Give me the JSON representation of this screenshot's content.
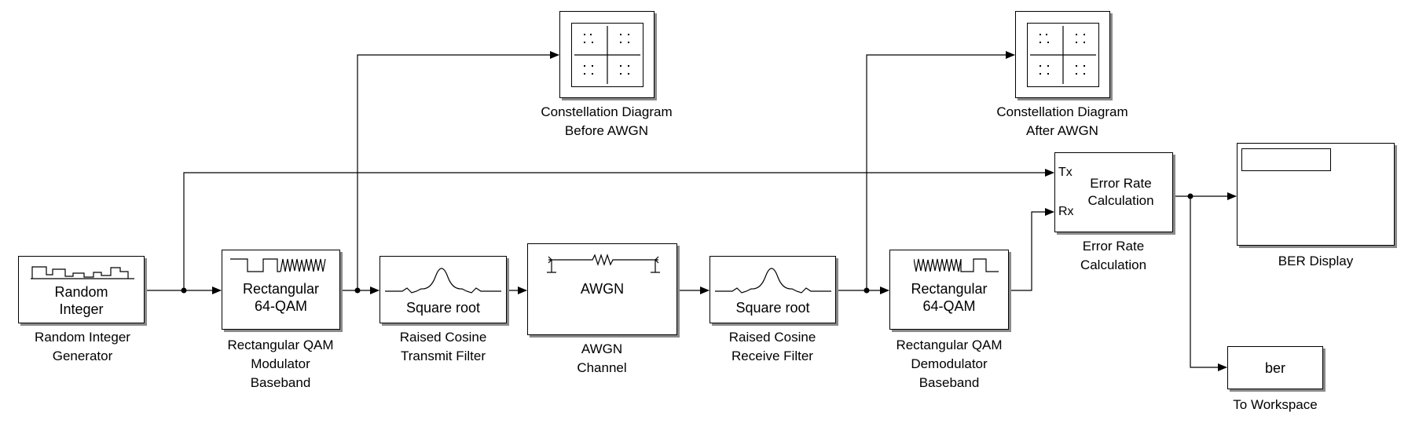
{
  "blocks": {
    "random_integer": {
      "label": "Random\nInteger",
      "caption": "Random Integer\nGenerator"
    },
    "qam_mod": {
      "label": "Rectangular\n64-QAM",
      "caption": "Rectangular QAM\nModulator\nBaseband"
    },
    "tx_filter": {
      "label": "Square root",
      "caption": "Raised Cosine\nTransmit Filter"
    },
    "awgn": {
      "label": "AWGN",
      "caption": "AWGN\nChannel"
    },
    "rx_filter": {
      "label": "Square root",
      "caption": "Raised Cosine\nReceive Filter"
    },
    "qam_demod": {
      "label": "Rectangular\n64-QAM",
      "caption": "Rectangular QAM\nDemodulator\nBaseband"
    },
    "const_before": {
      "caption": "Constellation Diagram\nBefore AWGN"
    },
    "const_after": {
      "caption": "Constellation Diagram\nAfter AWGN"
    },
    "error_rate": {
      "label": "Error Rate\nCalculation",
      "caption": "Error Rate\nCalculation",
      "port_tx": "Tx",
      "port_rx": "Rx"
    },
    "ber_display": {
      "caption": "BER Display"
    },
    "to_workspace": {
      "label": "ber",
      "caption": "To Workspace"
    }
  },
  "colors": {
    "line": "#000000",
    "shadow": "#8a8a8a"
  }
}
